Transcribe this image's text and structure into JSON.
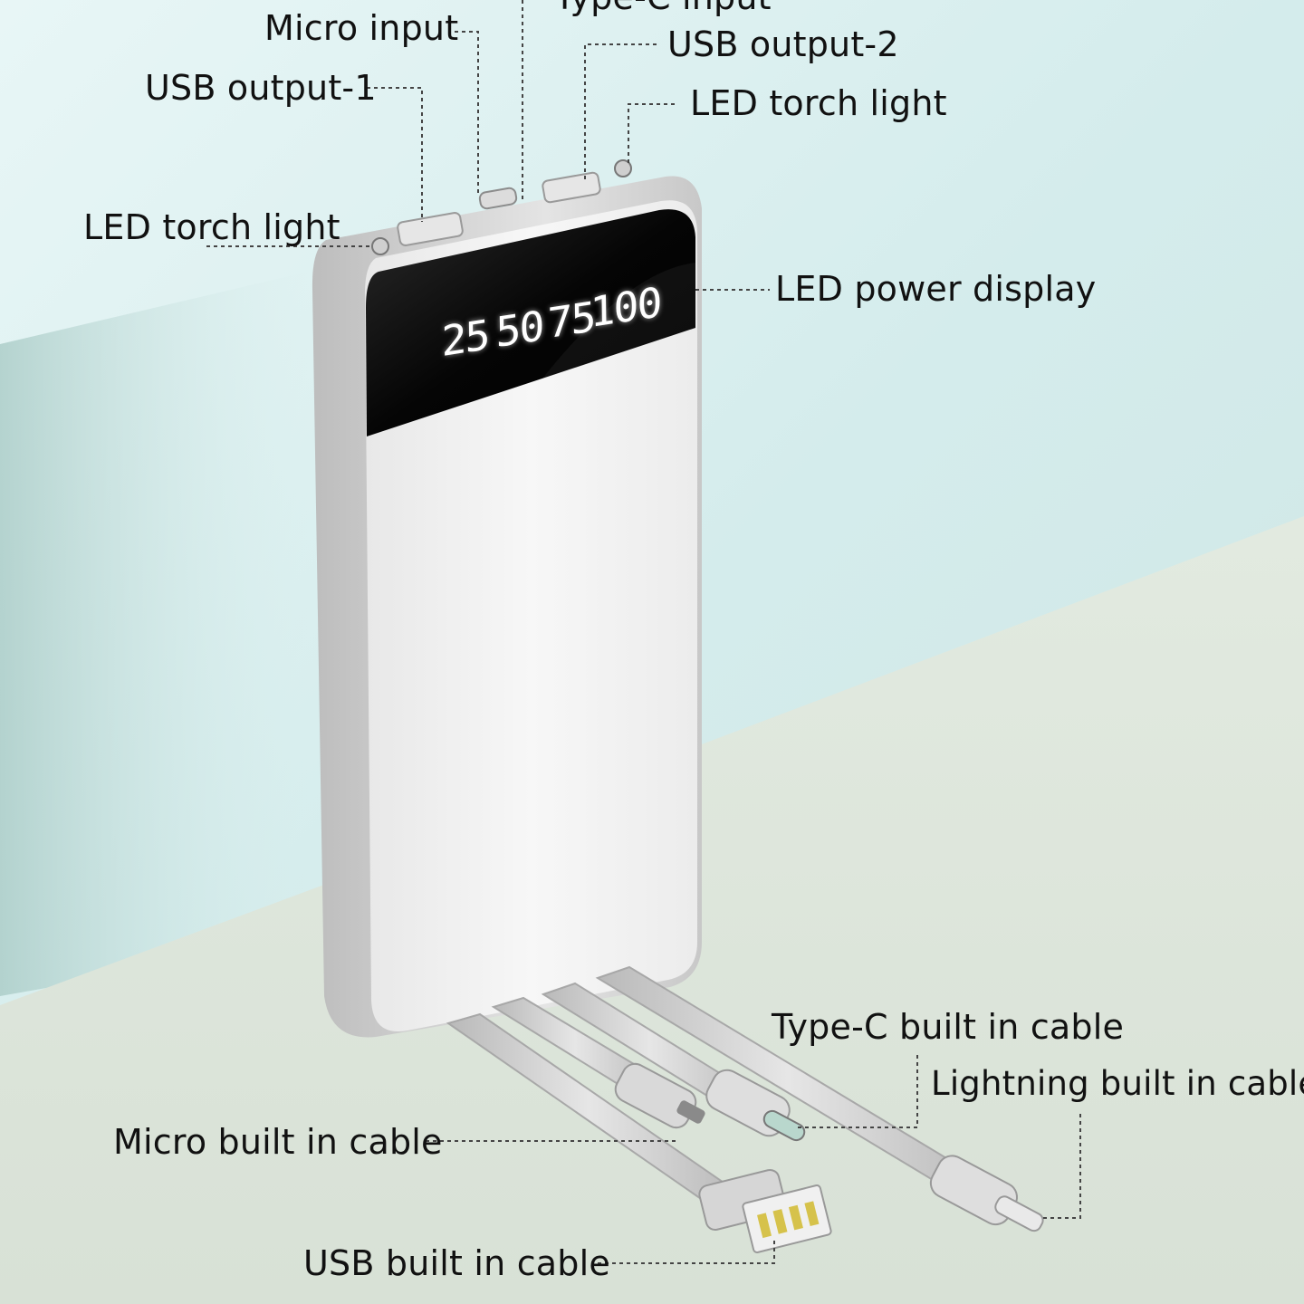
{
  "labels": {
    "top_cut": "Type-C input",
    "micro_input": "Micro input",
    "usb_output_1": "USB output-1",
    "usb_output_2": "USB output-2",
    "led_torch_right": "LED torch light",
    "led_torch_left": "LED torch light",
    "led_power_display": "LED power display",
    "typec_cable": "Type-C built in cable",
    "lightning_cable": "Lightning built in cable",
    "micro_cable": "Micro built in cable",
    "usb_cable": "USB built in cable"
  },
  "display": {
    "levels": [
      "25",
      "50",
      "75",
      "100"
    ]
  },
  "colors": {
    "wall": "#d9eeee",
    "floor": "#dfe7dc",
    "device_body": "#f1f1f1",
    "device_frame": "#cfcfcf",
    "screen": "#050505",
    "leader_line": "#444444"
  }
}
